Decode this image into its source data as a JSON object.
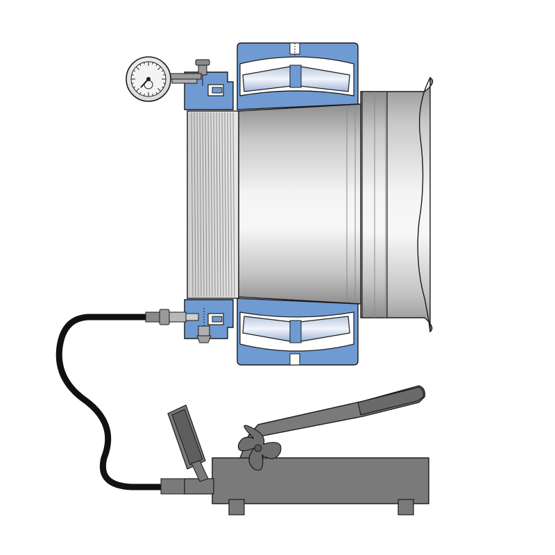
{
  "colors": {
    "background": "#ffffff",
    "outline": "#1a1a1a",
    "bearing_blue": "#6f9bd2",
    "bearing_blue_dark": "#4d7bb8",
    "roller_light": "#dfe6f2",
    "shaft_light": "#f2f2f2",
    "shaft_mid": "#c9c9c9",
    "shaft_dark": "#9a9a9a",
    "thread_gray": "#b5b5b5",
    "pump_gray": "#7a7a7a",
    "pump_dark": "#5e5e5e",
    "hose_black": "#111111",
    "gauge_face": "#e9e9e9"
  },
  "components": [
    {
      "id": "shaft-with-sleeve",
      "icon": "shaft-icon"
    },
    {
      "id": "spherical-roller-bearing",
      "icon": "bearing-icon"
    },
    {
      "id": "hydraulic-nut",
      "icon": "hydraulic-nut-icon"
    },
    {
      "id": "dial-indicator",
      "icon": "dial-gauge-icon"
    },
    {
      "id": "high-pressure-hose",
      "icon": "hose-icon"
    },
    {
      "id": "hydraulic-hand-pump",
      "icon": "hand-pump-icon"
    }
  ]
}
